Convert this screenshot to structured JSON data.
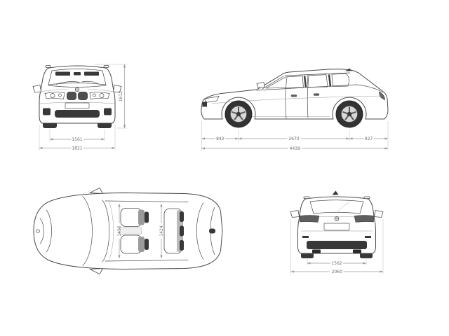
{
  "canvas": {
    "background": "#ffffff"
  },
  "style": {
    "body_line": "#4a4a4a",
    "dim_line": "#9a9a9a",
    "dim_text": "#6e6e6e",
    "dark_fill": "#383838"
  },
  "dimensions": {
    "front": {
      "height": "1612",
      "track": "1561",
      "width": "1821"
    },
    "side": {
      "front_overhang": "842",
      "wheelbase": "2670",
      "rear_overhang": "927",
      "length": "4439"
    },
    "top": {
      "shoulder_front": "1436",
      "shoulder_rear": "1424"
    },
    "rear": {
      "track": "1562",
      "width_incl_mirrors": "2060"
    }
  }
}
